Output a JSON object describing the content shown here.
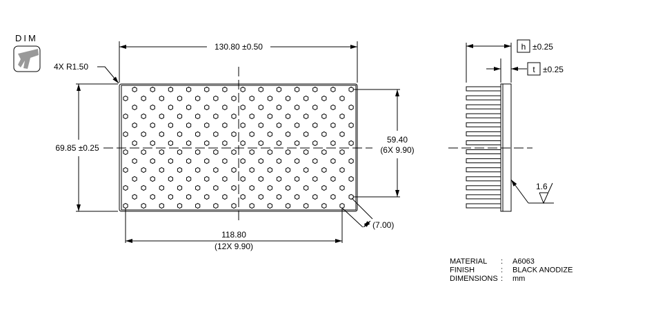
{
  "logo": {
    "label": "DIM",
    "icon": "caliper-icon"
  },
  "front_view": {
    "corner_radius": "4X R1.50",
    "overall_width": "130.80 ±0.50",
    "overall_height": "69.85 ±0.25",
    "pin_span_v": "59.40",
    "pin_span_v_note": "(6X 9.90)",
    "pin_span_h": "118.80",
    "pin_span_h_note": "(12X 9.90)",
    "edge_offset": "(7.00)",
    "pin_rows": 14,
    "pins_per_row": 13
  },
  "side_view": {
    "h_symbol": "h",
    "h_tol": "±0.25",
    "t_symbol": "t",
    "t_tol": "±0.25",
    "surface_finish": "1.6",
    "fin_count": 14
  },
  "notes": [
    {
      "label": "MATERIAL",
      "sep": ":",
      "value": "A6063"
    },
    {
      "label": "FINISH",
      "sep": ":",
      "value": "BLACK ANODIZE"
    },
    {
      "label": "DIMENSIONS",
      "sep": ":",
      "value": "mm"
    }
  ]
}
